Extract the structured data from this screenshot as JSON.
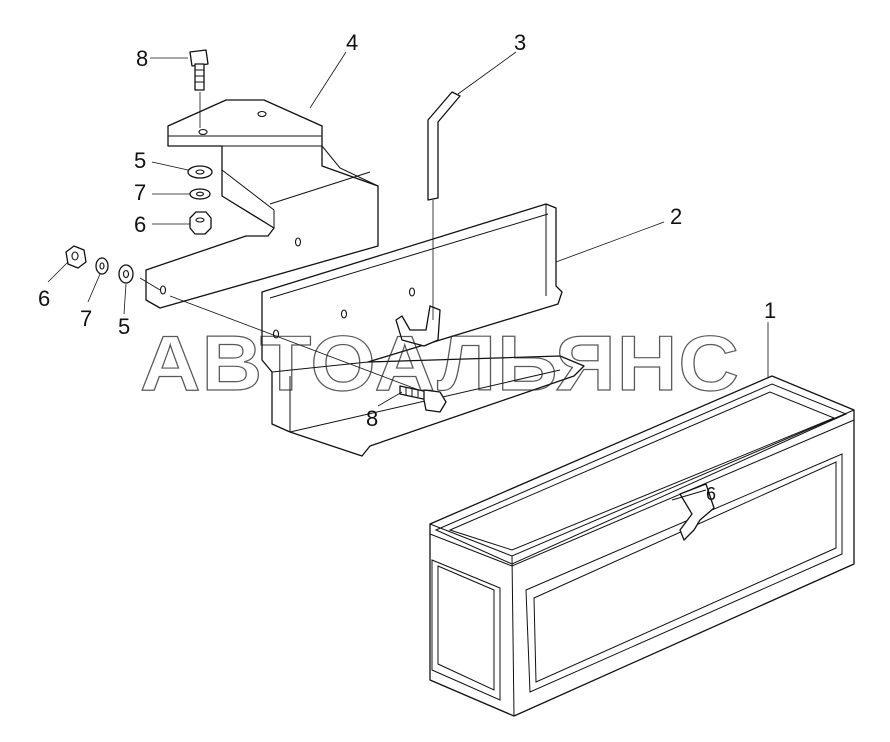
{
  "diagram": {
    "watermark": "АВТОАЛЬЯНС",
    "callouts": {
      "c1": "1",
      "c2": "2",
      "c3": "3",
      "c4": "4",
      "c5_top": "5",
      "c7_top": "7",
      "c6_top": "6",
      "c8_top": "8",
      "c6_left": "6",
      "c7_left": "7",
      "c5_left": "5",
      "c8_bottom": "8",
      "c6_box": "6"
    }
  }
}
